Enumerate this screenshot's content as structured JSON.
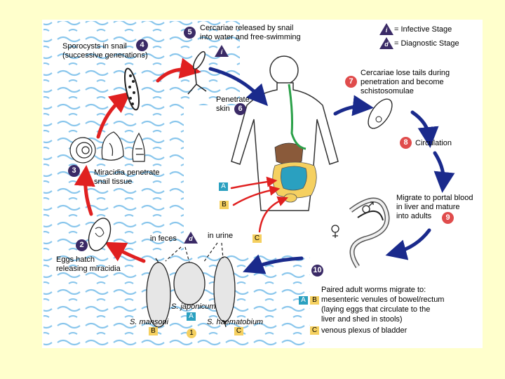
{
  "legend": {
    "infective_symbol": "i",
    "infective_label": "= Infective Stage",
    "diagnostic_symbol": "d",
    "diagnostic_label": "= Diagnostic Stage"
  },
  "stages": {
    "s1": {
      "num": "1"
    },
    "s2": {
      "num": "2",
      "line1": "Eggs hatch",
      "line2": "releasing miracidia"
    },
    "s3": {
      "num": "3",
      "line1": "Miracidia penetrate",
      "line2": "snail tissue"
    },
    "s4": {
      "num": "4",
      "line1": "Sporocysts in snail",
      "line2": "(successive generations)"
    },
    "s5": {
      "num": "5",
      "line1": "Cercariae released by snail",
      "line2": "into water and free-swimming",
      "badge": "i"
    },
    "s6": {
      "num": "6",
      "line1": "Penetrate",
      "line2": "skin"
    },
    "s7": {
      "num": "7",
      "line1": "Cercariae lose tails during",
      "line2": "penetration and become",
      "line3": "schistosomulae"
    },
    "s8": {
      "num": "8",
      "line1": "Circulation"
    },
    "s9": {
      "num": "9",
      "line1": "Migrate to portal blood",
      "line2": "in liver and mature",
      "line3": "into adults"
    },
    "s10": {
      "num": "10",
      "line1": "Paired adult worms migrate to:",
      "line2": "mesenteric venules of bowel/rectum",
      "line3": "(laying eggs that circulate to the",
      "line4": "liver and shed in stools)",
      "line5": "venous plexus of bladder"
    }
  },
  "eggs": {
    "in_feces": "in feces",
    "in_urine": "in urine",
    "diag_badge": "d",
    "mansoni": "S. mansoni",
    "japonicum": "S. japonicum",
    "haematobium": "S. haematobium"
  },
  "tags": {
    "A": "A",
    "B": "B",
    "C": "C"
  },
  "colors": {
    "background": "#ffffcc",
    "panel": "#ffffff",
    "red_arrow": "#e02020",
    "blue_arrow": "#1a2a8c",
    "badge_dark": "#3a2a66",
    "badge_red": "#e04c4c",
    "tag_a": "#2aa0c0",
    "tag_bc": "#f5d060",
    "water": "#5aaee0"
  },
  "icons": [
    "body-outline-icon",
    "snail-shell-icon",
    "egg-icon",
    "miracidium-icon",
    "sporocyst-icon",
    "cercaria-icon",
    "schistosomulum-icon",
    "adult-worms-icon",
    "female-symbol-icon",
    "male-symbol-icon"
  ]
}
